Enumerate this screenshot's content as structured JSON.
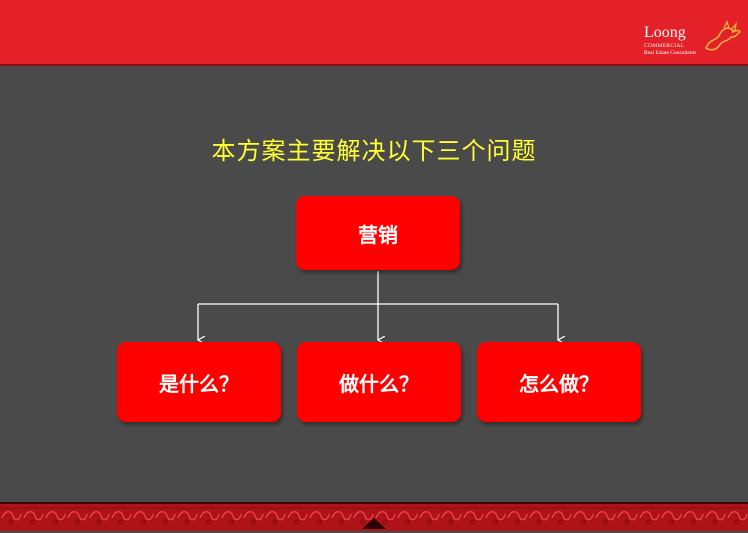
{
  "slide": {
    "title": "本方案主要解决以下三个问题"
  },
  "logo": {
    "wordmark": "Loong",
    "line1": "COMMERCIAL",
    "line2": "Real Estate Consultants"
  },
  "diagram": {
    "root": "营销",
    "children": [
      "是什么？",
      "做什么？",
      "怎么做？"
    ]
  },
  "colors": {
    "header_red": "#e42028",
    "box_red": "#ff0000",
    "background_gray": "#4a4a4a",
    "title_yellow": "#ffff33",
    "connector": "#ffffff"
  }
}
